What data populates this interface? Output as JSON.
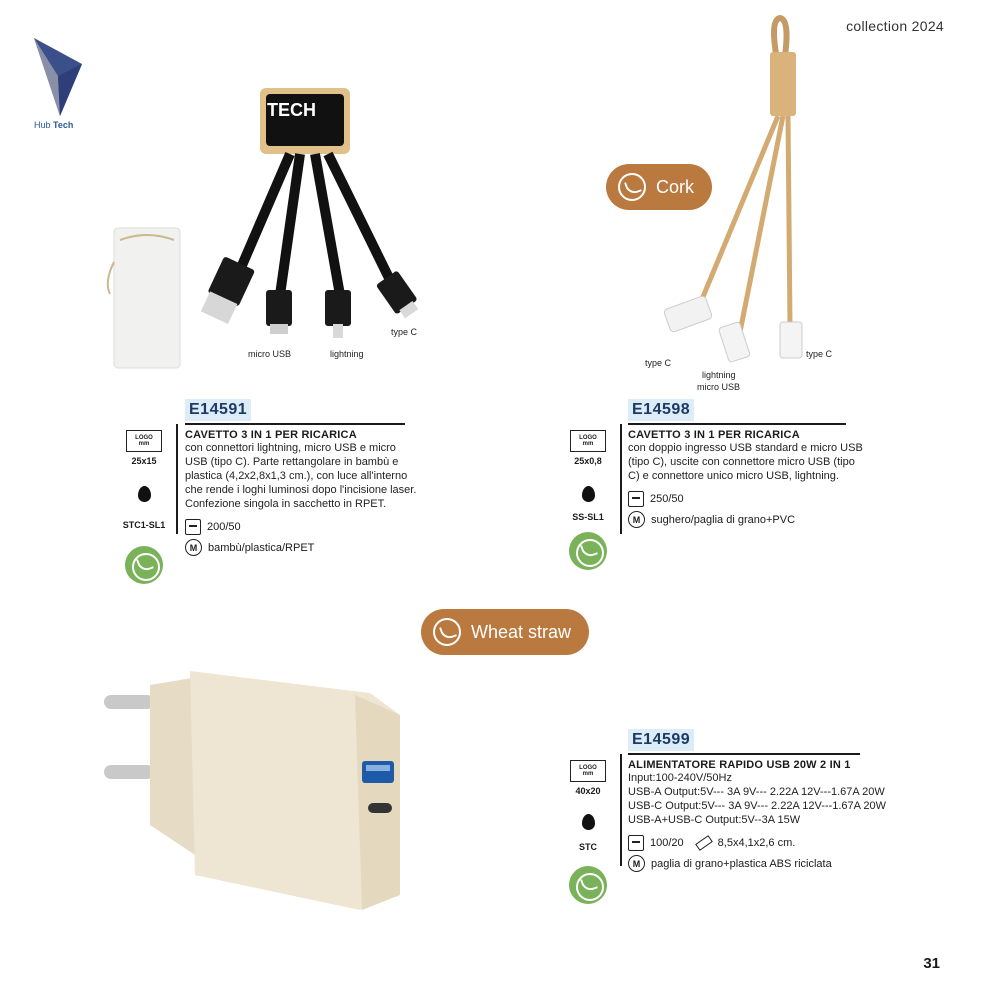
{
  "header": {
    "collection": "collection 2024",
    "logo_text_1": "Hub",
    "logo_text_2": "Tech"
  },
  "badges": {
    "cork": "Cork",
    "wheat": "Wheat straw"
  },
  "colors": {
    "badge": "#b9793f",
    "eco_green": "#7ab25a",
    "code_bg": "#dcedf8",
    "code_text": "#1d3a66"
  },
  "products": [
    {
      "code": "E14591",
      "title": "CAVETTO 3 IN 1 PER RICARICA",
      "desc": "con connettori lightning, micro USB e micro USB (tipo C). Parte rettangolare in bambù e plastica (4,2x2,8x1,3 cm.), con luce all'interno che rende i loghi luminosi dopo l'incisione laser. Confezione singola in sacchetto in RPET.",
      "logo_size": "25x15",
      "print_code": "STC1-SL1",
      "packaging": "200/50",
      "material": "bambù/plastica/RPET",
      "cable_labels": [
        "micro USB",
        "lightning",
        "type C"
      ],
      "product_logo": "TECH"
    },
    {
      "code": "E14598",
      "title": "CAVETTO 3 IN 1 PER RICARICA",
      "desc": "con doppio ingresso USB standard e micro USB (tipo C), uscite con connettore micro USB (tipo C) e connettore unico micro USB, lightning.",
      "logo_size": "25x0,8",
      "print_code": "SS-SL1",
      "packaging": "250/50",
      "material": "sughero/paglia di grano+PVC",
      "cable_labels": [
        "type C",
        "lightning",
        "micro USB",
        "type C"
      ]
    },
    {
      "code": "E14599",
      "title": "ALIMENTATORE RAPIDO USB 20W 2 IN 1",
      "specs": [
        "Input:100-240V/50Hz",
        "USB-A Output:5V--- 3A  9V--- 2.22A 12V---1.67A  20W",
        "USB-C Output:5V--- 3A  9V--- 2.22A 12V---1.67A  20W",
        "USB-A+USB-C Output:5V--3A  15W"
      ],
      "logo_size": "40x20",
      "print_code": "STC",
      "packaging": "100/20",
      "dimensions": "8,5x4,1x2,6 cm.",
      "material": "paglia di grano+plastica ABS riciclata"
    }
  ],
  "logo_box": {
    "line1": "LOGO",
    "line2": "mm"
  },
  "page_number": "31"
}
